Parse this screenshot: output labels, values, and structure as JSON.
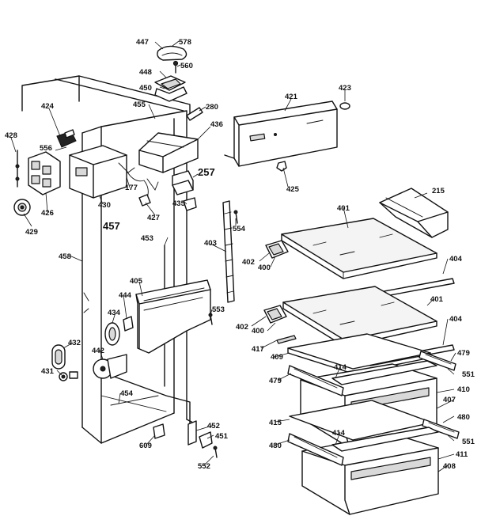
{
  "callouts": [
    {
      "id": "c447",
      "text": "447"
    },
    {
      "id": "c578",
      "text": "578"
    },
    {
      "id": "c560",
      "text": "560"
    },
    {
      "id": "c448",
      "text": "448"
    },
    {
      "id": "c450",
      "text": "450"
    },
    {
      "id": "c455",
      "text": "455"
    },
    {
      "id": "c280",
      "text": "280"
    },
    {
      "id": "c424",
      "text": "424"
    },
    {
      "id": "c436",
      "text": "436"
    },
    {
      "id": "c421",
      "text": "421"
    },
    {
      "id": "c423",
      "text": "423"
    },
    {
      "id": "c428",
      "text": "428"
    },
    {
      "id": "c556",
      "text": "556"
    },
    {
      "id": "c177",
      "text": "177"
    },
    {
      "id": "c257",
      "text": "257"
    },
    {
      "id": "c425",
      "text": "425"
    },
    {
      "id": "c215",
      "text": "215"
    },
    {
      "id": "c426",
      "text": "426"
    },
    {
      "id": "c430",
      "text": "430"
    },
    {
      "id": "c427",
      "text": "427"
    },
    {
      "id": "c435",
      "text": "435"
    },
    {
      "id": "c429",
      "text": "429"
    },
    {
      "id": "c457",
      "text": "457"
    },
    {
      "id": "c554",
      "text": "554"
    },
    {
      "id": "c401",
      "text": "401"
    },
    {
      "id": "c453",
      "text": "453"
    },
    {
      "id": "c403",
      "text": "403"
    },
    {
      "id": "c458",
      "text": "458"
    },
    {
      "id": "c402a",
      "text": "402"
    },
    {
      "id": "c400a",
      "text": "400"
    },
    {
      "id": "c404a",
      "text": "404"
    },
    {
      "id": "c405",
      "text": "405"
    },
    {
      "id": "c444",
      "text": "444"
    },
    {
      "id": "c401b",
      "text": "401"
    },
    {
      "id": "c434",
      "text": "434"
    },
    {
      "id": "c553",
      "text": "553"
    },
    {
      "id": "c402b",
      "text": "402"
    },
    {
      "id": "c400b",
      "text": "400"
    },
    {
      "id": "c404b",
      "text": "404"
    },
    {
      "id": "c432",
      "text": "432"
    },
    {
      "id": "c417",
      "text": "417"
    },
    {
      "id": "c442",
      "text": "442"
    },
    {
      "id": "c409",
      "text": "409"
    },
    {
      "id": "c479a",
      "text": "479"
    },
    {
      "id": "c431",
      "text": "431"
    },
    {
      "id": "c414a",
      "text": "414"
    },
    {
      "id": "c551a",
      "text": "551"
    },
    {
      "id": "c479b",
      "text": "479"
    },
    {
      "id": "c410",
      "text": "410"
    },
    {
      "id": "c454",
      "text": "454"
    },
    {
      "id": "c407",
      "text": "407"
    },
    {
      "id": "c480a",
      "text": "480"
    },
    {
      "id": "c415",
      "text": "415"
    },
    {
      "id": "c452",
      "text": "452"
    },
    {
      "id": "c414b",
      "text": "414"
    },
    {
      "id": "c609",
      "text": "609"
    },
    {
      "id": "c451",
      "text": "451"
    },
    {
      "id": "c551b",
      "text": "551"
    },
    {
      "id": "c480b",
      "text": "480"
    },
    {
      "id": "c411",
      "text": "411"
    },
    {
      "id": "c552",
      "text": "552"
    },
    {
      "id": "c408",
      "text": "408"
    }
  ]
}
